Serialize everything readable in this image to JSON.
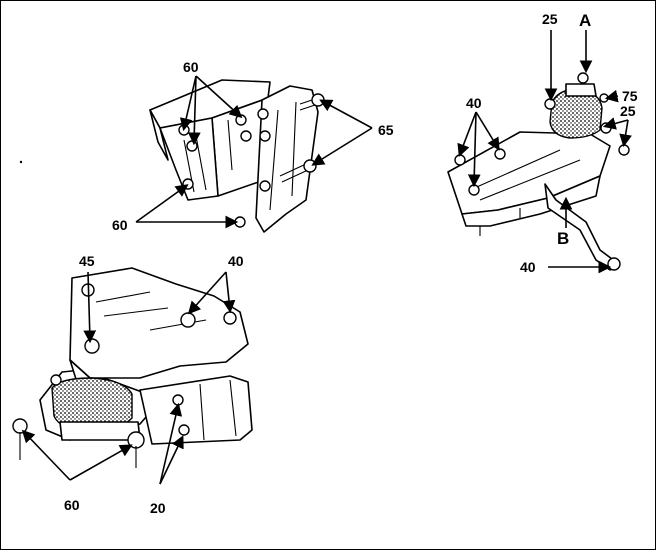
{
  "labels": {
    "top_60": "60",
    "top_65": "65",
    "left_60": "60",
    "r_25a": "25",
    "r_A": "A",
    "r_75": "75",
    "r_25b": "25",
    "r_40": "40",
    "r_B": "B",
    "r_40b": "40",
    "b_45": "45",
    "b_40": "40",
    "b_60": "60",
    "b_20": "20"
  }
}
